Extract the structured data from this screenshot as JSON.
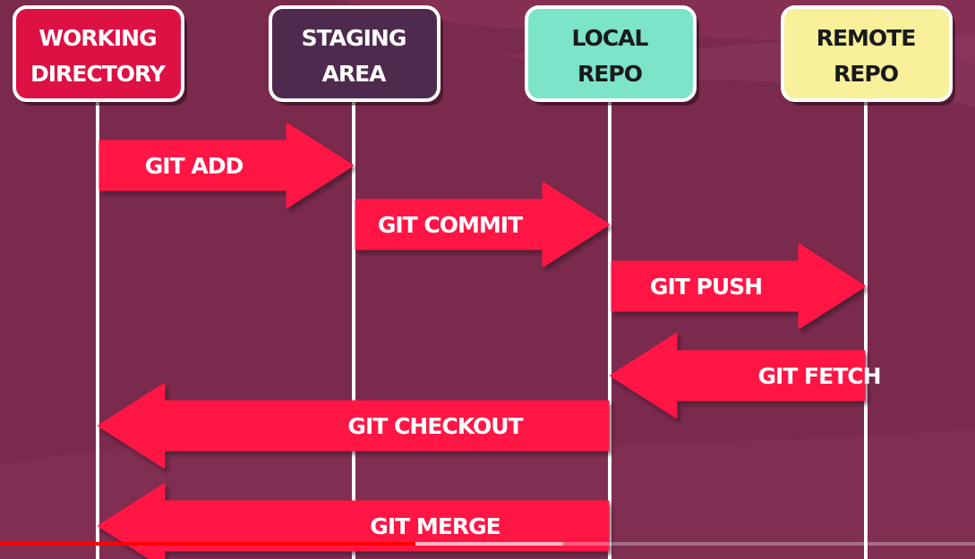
{
  "columns": [
    {
      "line1": "WORKING",
      "line2": "DIRECTORY",
      "fill": "#dd1144",
      "text_color": "#ffffff"
    },
    {
      "line1": "STAGING",
      "line2": "AREA",
      "fill": "#4e2b4e",
      "text_color": "#ffffff"
    },
    {
      "line1": "LOCAL",
      "line2": "REPO",
      "fill": "#7ce4c8",
      "text_color": "#1a1a1a"
    },
    {
      "line1": "REMOTE",
      "line2": "REPO",
      "fill": "#f8f09a",
      "text_color": "#1a1a1a"
    }
  ],
  "arrows": [
    {
      "label": "GIT ADD",
      "from": 0,
      "to": 1
    },
    {
      "label": "GIT COMMIT",
      "from": 1,
      "to": 2
    },
    {
      "label": "GIT PUSH",
      "from": 2,
      "to": 3
    },
    {
      "label": "GIT FETCH",
      "from": 3,
      "to": 2
    },
    {
      "label": "GIT CHECKOUT",
      "from": 2,
      "to": 0
    },
    {
      "label": "GIT MERGE",
      "from": 2,
      "to": 0
    }
  ],
  "colors": {
    "background": "#7a2a4d",
    "arrow": "#ff1744",
    "lifeline": "#ffffff",
    "progress_played": "#ff0000"
  },
  "video_progress": {
    "played": 0.426,
    "loaded": 0.578
  }
}
